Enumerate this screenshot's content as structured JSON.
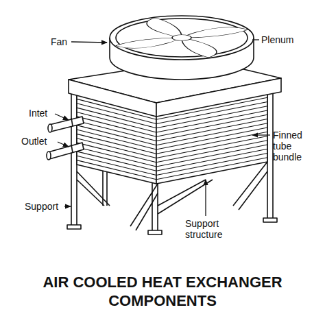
{
  "diagram": {
    "title": "AIR COOLED HEAT EXCHANGER COMPONENTS",
    "labels": [
      "Fan",
      "Plenum",
      "Intet",
      "Outlet",
      "Finned tube bundle",
      "Support",
      "Support structure"
    ]
  }
}
